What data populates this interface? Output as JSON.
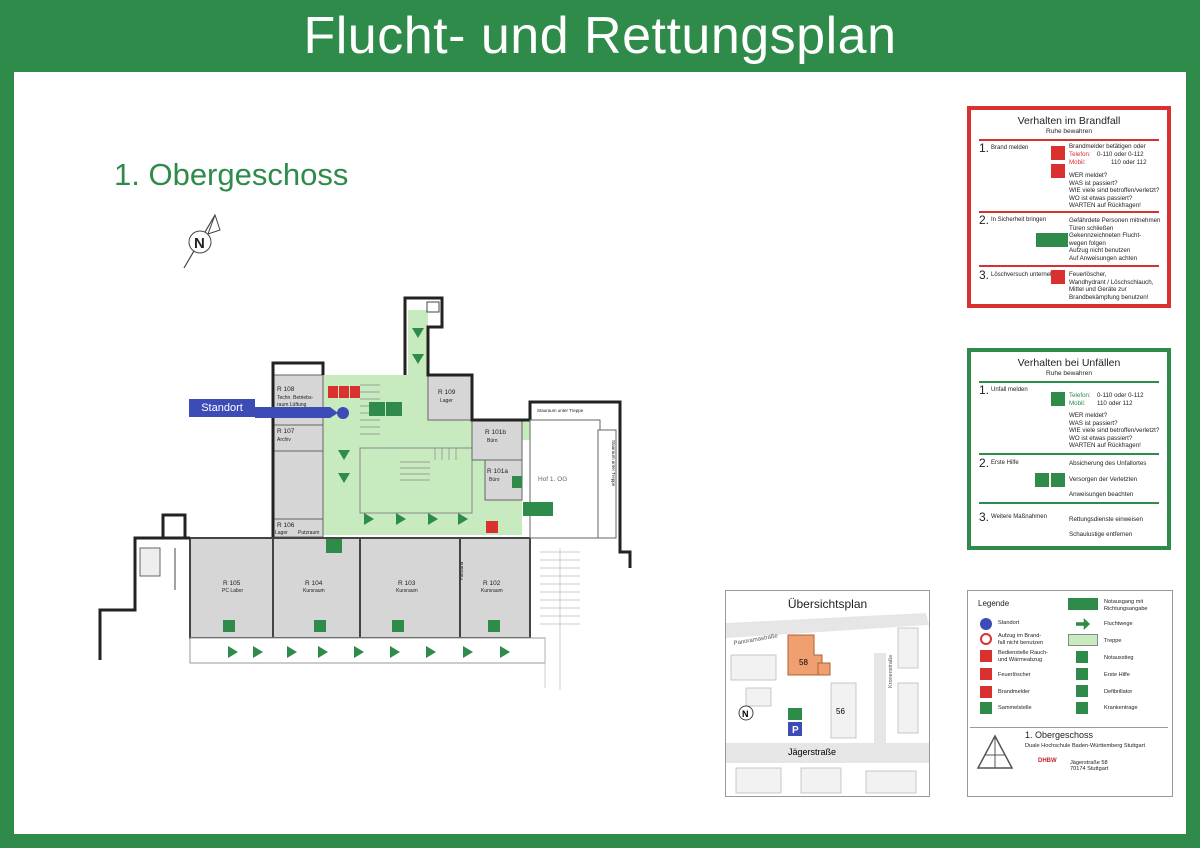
{
  "header": {
    "title": "Flucht- und Rettungsplan"
  },
  "floor": {
    "title": "1. Obergeschoss"
  },
  "standort_label": "Standort",
  "rooms": {
    "r108": [
      "R 108",
      "Techn. Betriebs-",
      "raum Lüftung"
    ],
    "r109": [
      "R 109",
      "Lager"
    ],
    "r107": [
      "R 107",
      "Archiv"
    ],
    "r101b": [
      "R 101b",
      "Büro"
    ],
    "r101a": [
      "R 101a",
      "Büro"
    ],
    "r106": [
      "R 106",
      "Lager",
      "Putzraum"
    ],
    "hof": "Hof 1. OG",
    "stauraum1": "Stauraum unter Treppe",
    "stauraum2": "Stauraum unter Treppe",
    "r105": [
      "R 105",
      "PC Labor"
    ],
    "r104": [
      "R 104",
      "Kursraum"
    ],
    "r103": [
      "R 103",
      "Kursraum"
    ],
    "r102": [
      "R 102",
      "Kursraum"
    ],
    "faltwand": "Faltwand"
  },
  "fire_box": {
    "title": "Verhalten im Brandfall",
    "subtitle": "Ruhe bewahren",
    "s1_num": "1.",
    "s1_label": "Brand melden",
    "s1_text_a": "Brandmelder betätigen oder",
    "s1_tel_label": "Telefon:",
    "s1_tel_value": "0-110 oder 0-112",
    "s1_mob_label": "Mobil:",
    "s1_mob_value": "110 oder 112",
    "s1_text_b": "WER meldet?\nWAS ist passiert?\nWIE viele sind betroffen/verletzt?\nWO ist etwas passiert?\nWARTEN auf Rückfragen!",
    "s2_num": "2.",
    "s2_label": "In Sicherheit\nbringen",
    "s2_text": "Gefährdete Personen mitnehmen\nTüren schließen\nGekennzeichneten Flucht-\nwegen folgen\nAufzug nicht benutzen\nAuf Anweisungen achten",
    "s3_num": "3.",
    "s3_label": "Löschversuch\nunternehmen",
    "s3_text": "Feuerlöscher,\nWandhydrant / Löschschlauch,\nMittel und Geräte zur\nBrandbekämpfung benutzen!"
  },
  "accident_box": {
    "title": "Verhalten bei Unfällen",
    "subtitle": "Ruhe bewahren",
    "s1_num": "1.",
    "s1_label": "Unfall melden",
    "s1_tel_label": "Telefon:",
    "s1_tel_value": "0-110 oder 0-112",
    "s1_mob_label": "Mobil:",
    "s1_mob_value": "110 oder 112",
    "s1_text_b": "WER meldet?\nWAS ist passiert?\nWIE viele sind betroffen/verletzt?\nWO ist etwas passiert?\nWARTEN auf Rückfragen!",
    "s2_num": "2.",
    "s2_label": "Erste Hilfe",
    "s2_text_a": "Absicherung des Unfallortes",
    "s2_text_b": "Versorgen der Verletzten",
    "s2_text_c": "Anweisungen beachten",
    "s3_num": "3.",
    "s3_label": "Weitere\nMaßnahmen",
    "s3_text_a": "Rettungsdienste einweisen",
    "s3_text_b": "Schaulustige entfernen"
  },
  "overview": {
    "title": "Übersichtsplan",
    "street1": "Panoramastraße",
    "street2": "Jägerstraße",
    "street3": "Kronenstraße",
    "building1": "58",
    "building2": "56"
  },
  "legend": {
    "title": "Legende",
    "items": [
      "Standort",
      "Aufzug im Brand-\nfall nicht benutzen",
      "Bedienstelle Rauch-\nund Wärmeabzug",
      "Feuerlöscher",
      "Brandmelder",
      "Sammelstelle",
      "Notausgang mit\nRichtungsangabe",
      "Fluchtwege",
      "Treppe",
      "Notausstieg",
      "Erste Hilfe",
      "Defibrillator",
      "Krankentrage"
    ]
  },
  "titleblock": {
    "floor": "1. Obergeschoss",
    "client": "Duale Hochschule Baden-Württemberg Stuttgart",
    "logo": "DHBW",
    "address": "Jägerstraße 58\n70174 Stuttgart"
  },
  "colors": {
    "green": "#2e8b4a",
    "red": "#d93030",
    "blue": "#3c4bb5",
    "floor_green": "#c7ebbf",
    "room_grey": "#d6d6d6",
    "building_orange": "#f0a070"
  }
}
